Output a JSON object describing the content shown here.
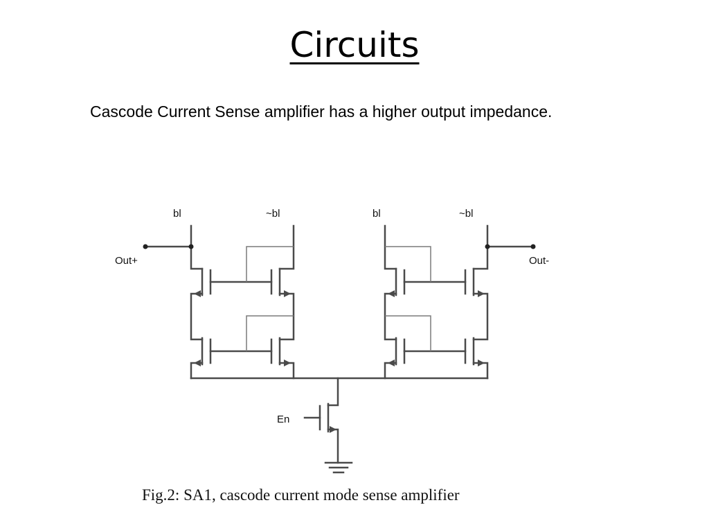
{
  "slide": {
    "title": "Circuits",
    "body": "Cascode Current Sense amplifier has a higher output impedance.",
    "caption": "Fig.2: SA1, cascode current mode sense amplifier"
  },
  "diagram": {
    "labels": {
      "bl_left": "bl",
      "blbar_left": "~bl",
      "bl_right": "bl",
      "blbar_right": "~bl",
      "out_plus": "Out+",
      "out_minus": "Out-",
      "enable": "En"
    },
    "colors": {
      "wire": "#4a4a4a",
      "thin_wire": "#7a7a7a"
    }
  }
}
